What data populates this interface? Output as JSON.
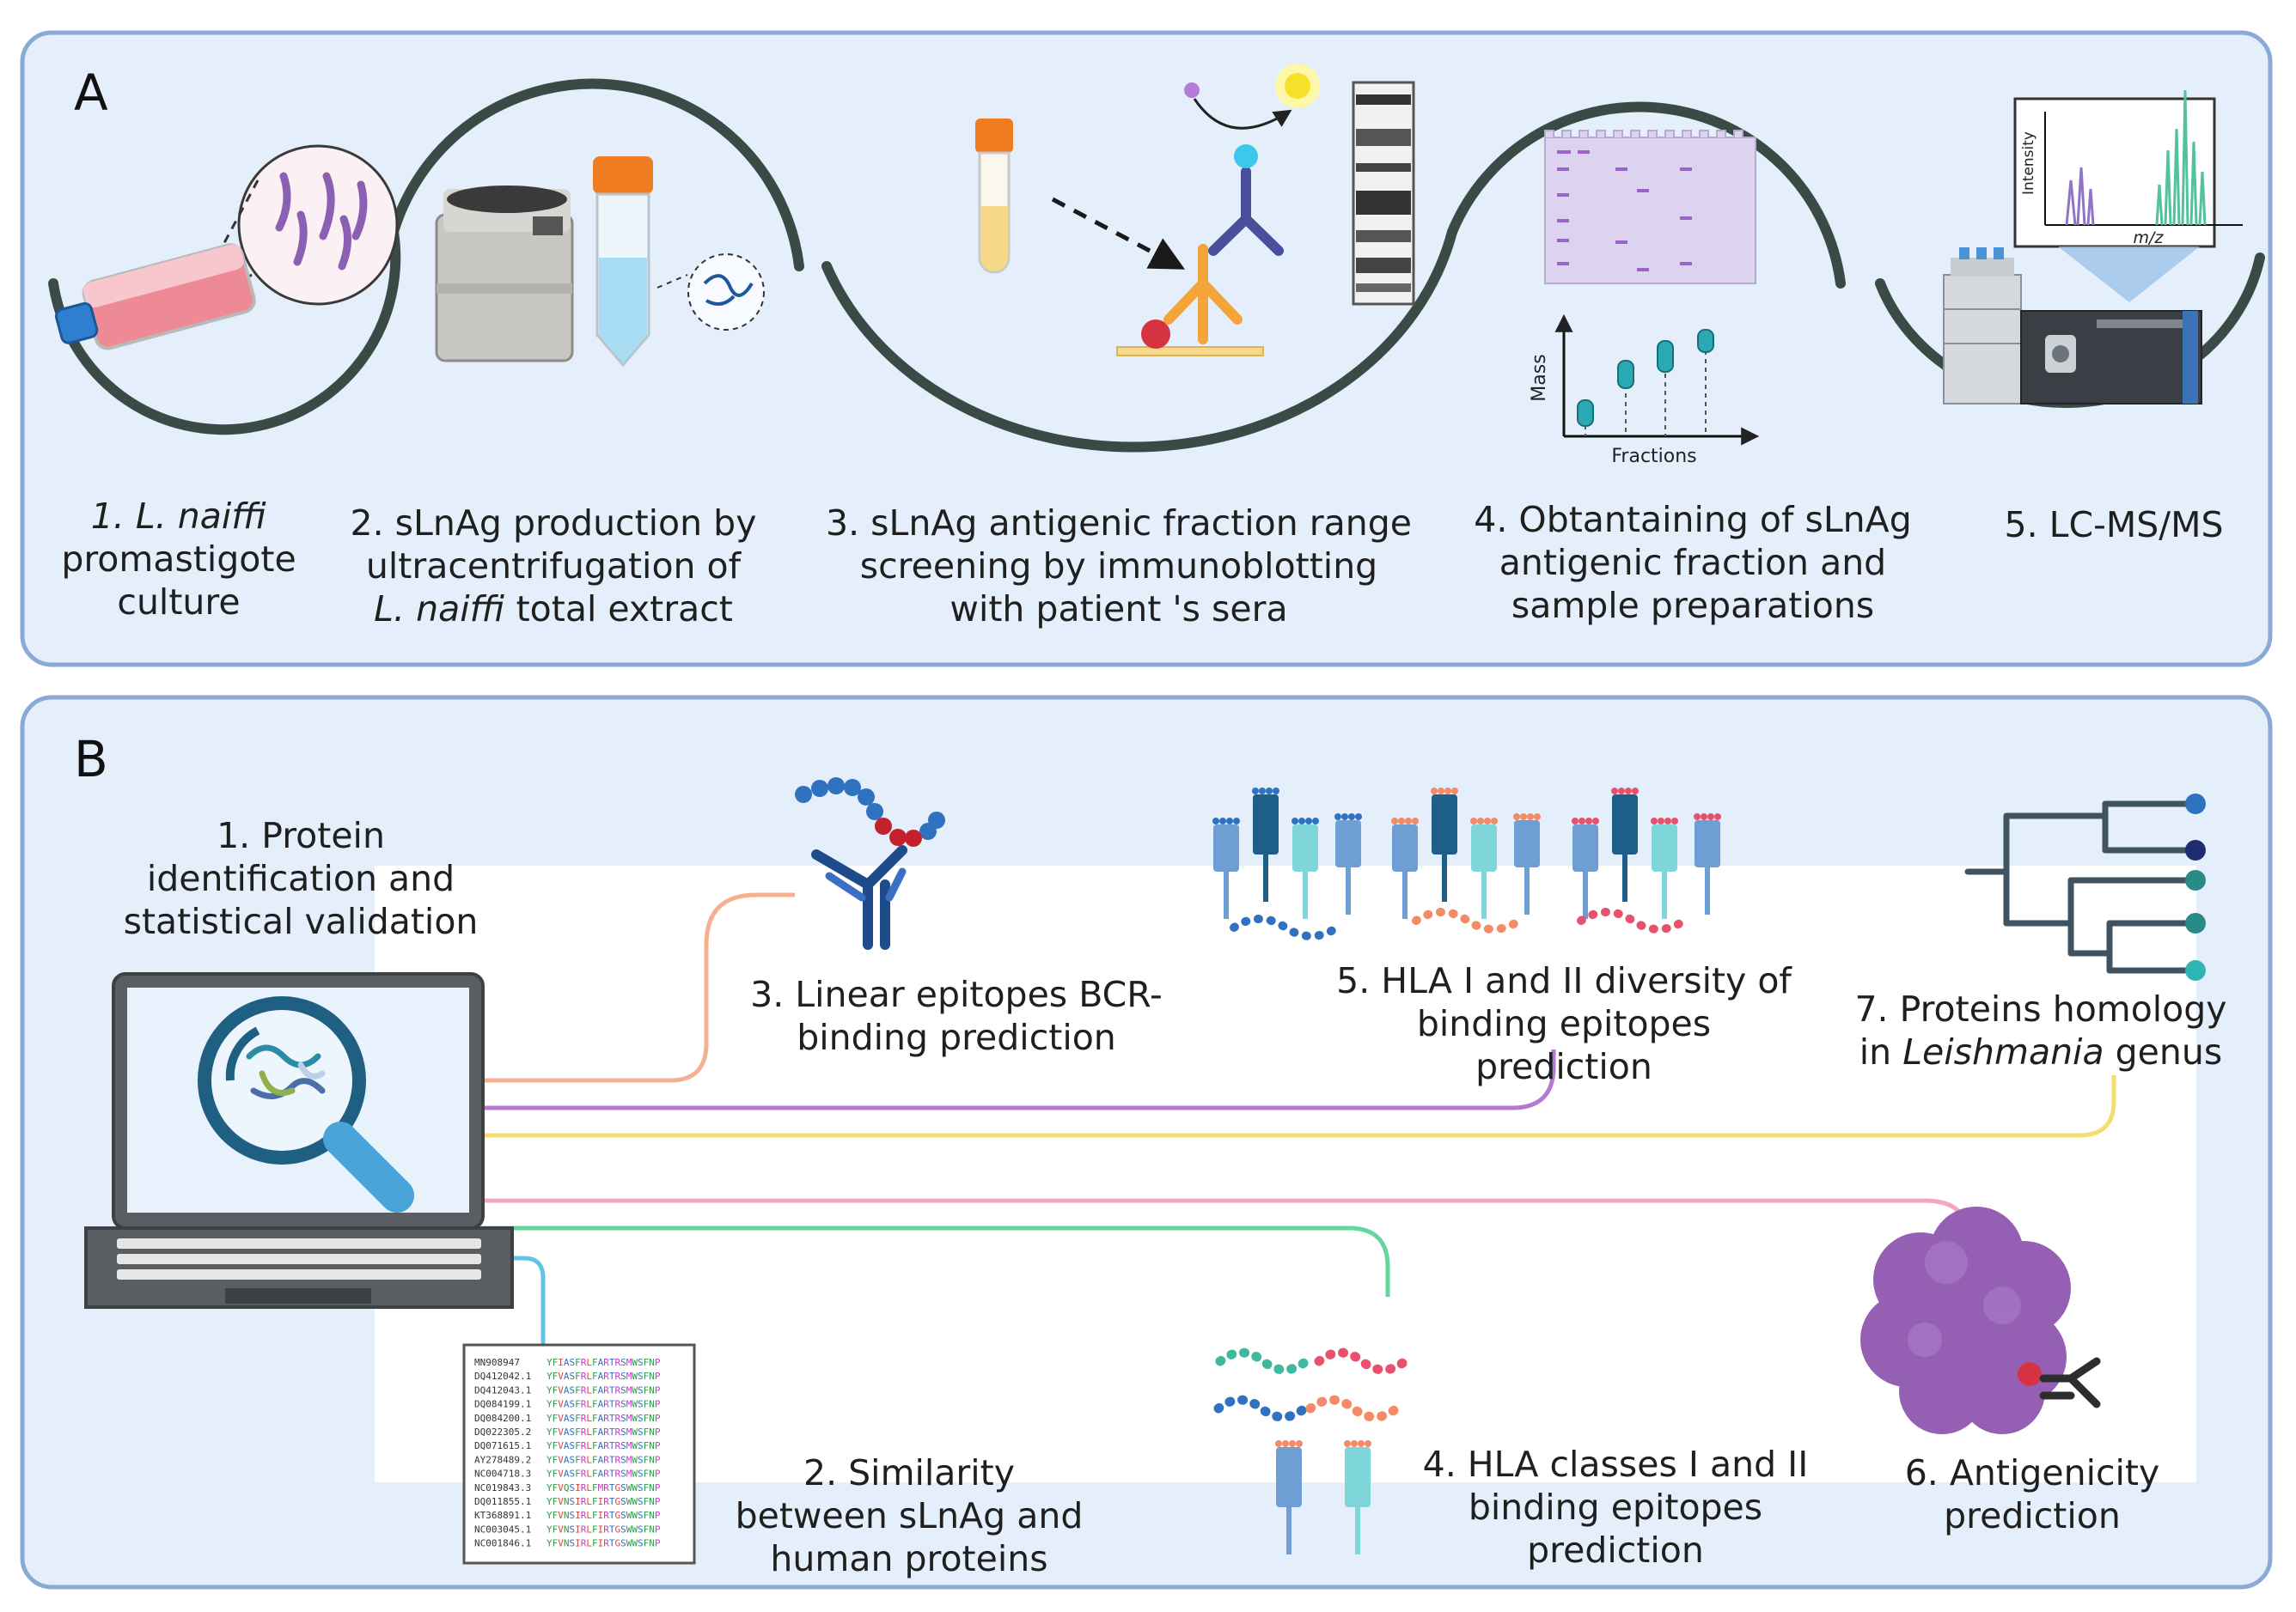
{
  "panelA": {
    "letter": "A",
    "steps": [
      {
        "num": "1.",
        "name": "L. naiffi",
        "rest": "promastigote culture"
      },
      {
        "pre": "2. sLnAg production by ultracentrifugation of ",
        "italic1": "L. naiffi",
        "post": " total extract"
      },
      {
        "text": "3. sLnAg antigenic fraction range screening by immunoblotting with patient 's sera"
      },
      {
        "text": "4. Obtantaining of sLnAg antigenic fraction and sample preparations"
      },
      {
        "text": "5. LC-MS/MS"
      }
    ],
    "gel_axis": {
      "y": "Mass",
      "x": "Fractions"
    },
    "ms_axis": {
      "y": "Intensity",
      "x": "m/z"
    }
  },
  "panelB": {
    "letter": "B",
    "steps": [
      {
        "text": "1. Protein identification and statistical validation"
      },
      {
        "text": "2. Similarity between sLnAg and human proteins"
      },
      {
        "text": "3. Linear epitopes BCR-binding  prediction"
      },
      {
        "text": "4. HLA classes I and II binding epitopes prediction"
      },
      {
        "text": "5. HLA I and II diversity of binding epitopes prediction"
      },
      {
        "text": "6. Antigenicity prediction"
      },
      {
        "pre": "7. Proteins homology in ",
        "italic": "Leishmania",
        "post": " genus"
      }
    ],
    "alignment": {
      "ids": [
        "MN908947",
        "DQ412042.1",
        "DQ412043.1",
        "DQ084199.1",
        "DQ084200.1",
        "DQ022305.2",
        "DQ071615.1",
        "AY278489.2",
        "NC004718.3",
        "NC019843.3",
        "DQ011855.1",
        "KT368891.1",
        "NC003045.1",
        "NC001846.1"
      ],
      "seqs": [
        "YFIASFRLFARTRSMWSFNP",
        "YFVASFRLFARTRSMWSFNP",
        "YFVASFRLFARTRSMWSFNP",
        "YFVASFRLFARTRSMWSFNP",
        "YFVASFRLFARTRSMWSFNP",
        "YFVASFRLFARTRSMWSFNP",
        "YFVASFRLFARTRSMWSFNP",
        "YFVASFRLFARTRSMWSFNP",
        "YFVASFRLFARTRSMWSFNP",
        "YFVQSIRLFMRTGSWWSFNP",
        "YFVNSIRLFIRTGSWWSFNP",
        "YFVNSIRLFIRTGSWWSFNP",
        "YFVNSIRLFIRTGSWWSFNP",
        "YFVNSIRLFIRTGSWWSFNP"
      ]
    }
  },
  "colors": {
    "panel_bg": "#e4effb",
    "panel_border": "#8aa9d6",
    "arc": "#3a4a45",
    "line_orange": "#f6b08f",
    "line_purple": "#b57ad0",
    "line_yellow": "#f4de72",
    "line_pink": "#f3a7bf",
    "line_green": "#62d69b",
    "line_blue": "#5fc4ea",
    "hla_blue": "#6e9ed3",
    "hla_dark": "#1d5f86",
    "hla_cyan": "#7fd6d9",
    "antibody_navy": "#2c4d8e",
    "antigen_purple": "#9560b3"
  }
}
